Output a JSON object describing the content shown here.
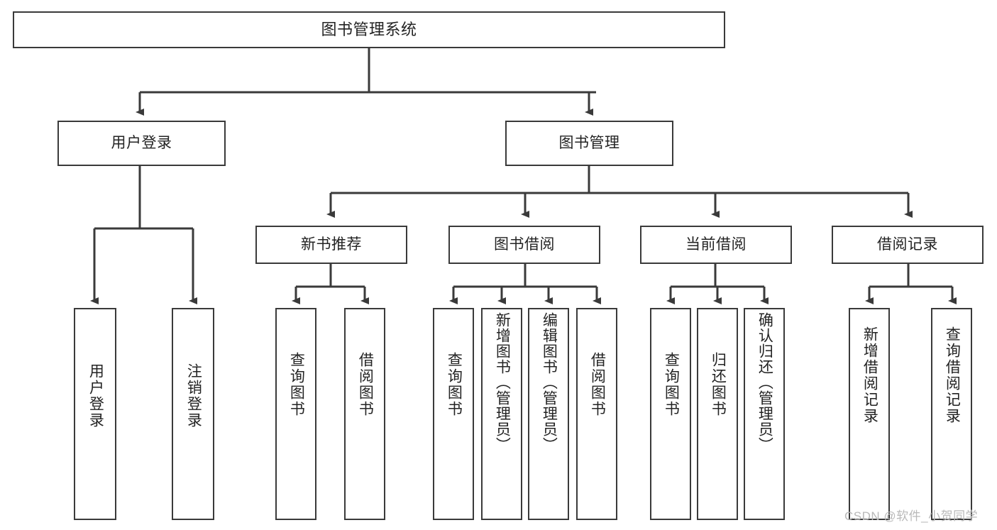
{
  "diagram": {
    "title": "图书管理系统",
    "type": "tree-hierarchy-diagram",
    "nodes": {
      "root": {
        "label": "图书管理系统"
      },
      "level2": [
        {
          "label": "用户登录"
        },
        {
          "label": "图书管理"
        }
      ],
      "level3": [
        {
          "label": "新书推荐"
        },
        {
          "label": "图书借阅"
        },
        {
          "label": "当前借阅"
        },
        {
          "label": "借阅记录"
        }
      ],
      "leaves_user_login": [
        {
          "label": "用户登录"
        },
        {
          "label": "注销登录"
        }
      ],
      "leaves_new_book": [
        {
          "label": "查询图书"
        },
        {
          "label": "借阅图书"
        }
      ],
      "leaves_borrow": [
        {
          "label": "查询图书"
        },
        {
          "label": "新增图书（管理员）"
        },
        {
          "label": "编辑图书（管理员）"
        },
        {
          "label": "借阅图书"
        }
      ],
      "leaves_current": [
        {
          "label": "查询图书"
        },
        {
          "label": "归还图书"
        },
        {
          "label": "确认归还（管理员）"
        }
      ],
      "leaves_record": [
        {
          "label": "新增借阅记录"
        },
        {
          "label": "查询借阅记录"
        }
      ]
    },
    "watermark": "CSDN @软件_小贺同学",
    "colors": {
      "stroke": "#3a3a3a",
      "text": "#232323",
      "background": "#ffffff",
      "watermark": "#b9b9b9"
    }
  }
}
